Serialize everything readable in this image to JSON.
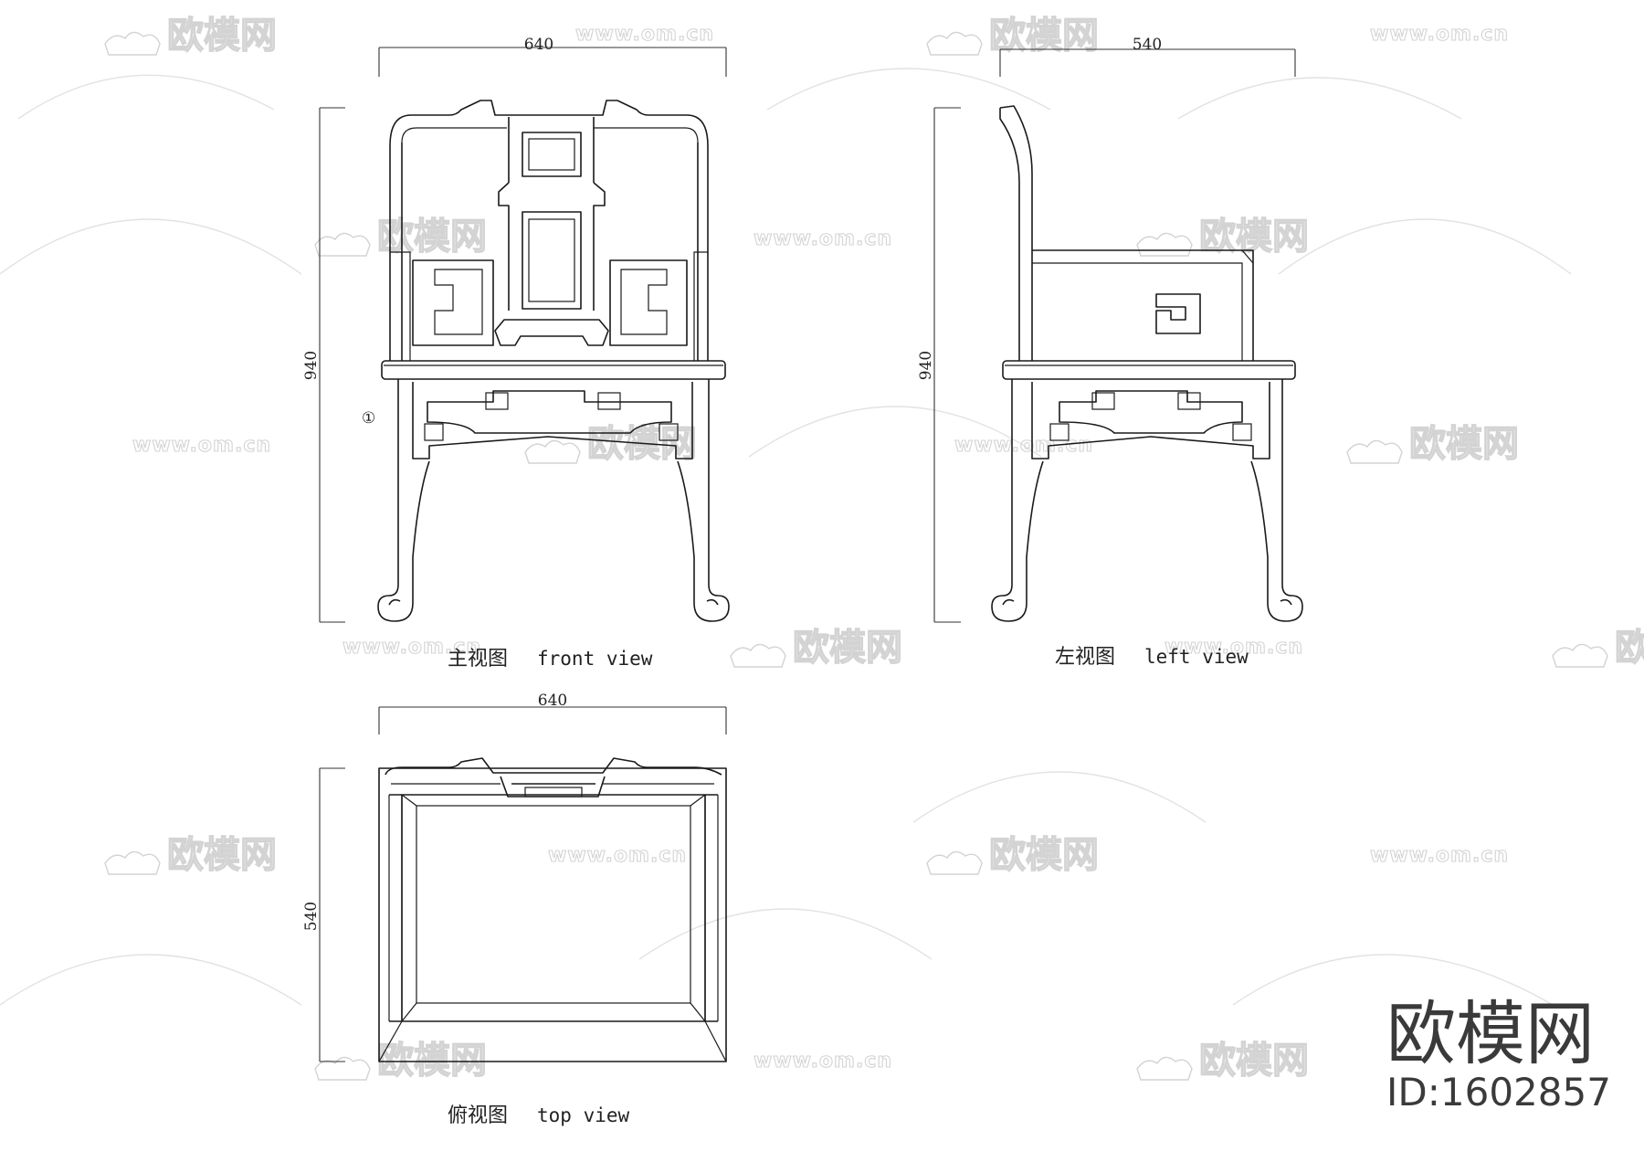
{
  "front_view": {
    "width_label": "640",
    "height_label": "940",
    "marker": "①",
    "caption_cn": "主视图",
    "caption_en": "front view"
  },
  "left_view": {
    "width_label": "540",
    "height_label": "940",
    "caption_cn": "左视图",
    "caption_en": "left view"
  },
  "top_view": {
    "width_label": "640",
    "height_label": "540",
    "caption_cn": "俯视图",
    "caption_en": "top view"
  },
  "watermark": {
    "logo_text": "欧模网",
    "url_text": "www.om.cn",
    "color": "#d3d3d3"
  },
  "brand": {
    "name": "欧模网",
    "id_text": "ID:1602857",
    "color": "#3a3a3a"
  }
}
